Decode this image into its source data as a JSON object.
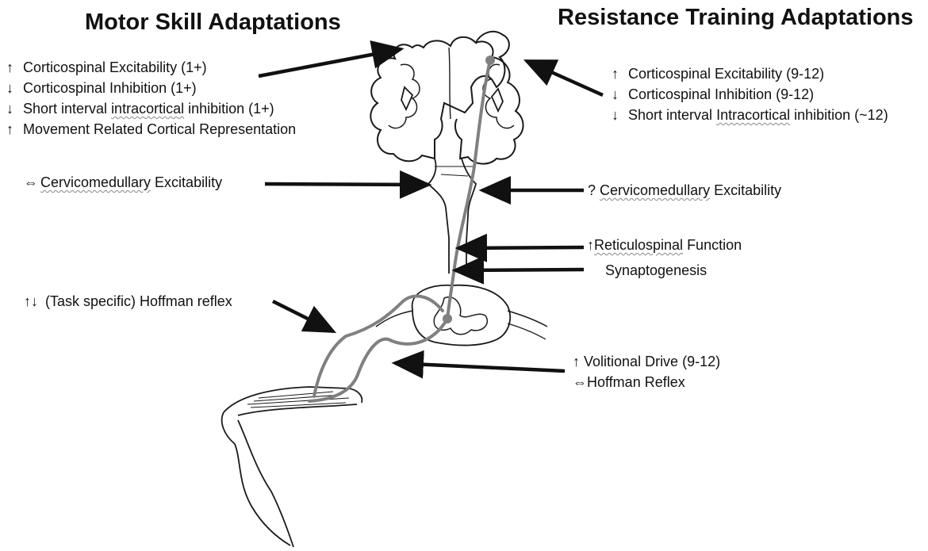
{
  "titles": {
    "left": "Motor Skill Adaptations",
    "right": "Resistance Training Adaptations"
  },
  "motor_skill": {
    "items": [
      {
        "symbol": "↑",
        "pre": "Corticospinal Excitability (1+)",
        "under": "",
        "post": ""
      },
      {
        "symbol": "↓",
        "pre": "Corticospinal Inhibition (1+)",
        "under": "",
        "post": ""
      },
      {
        "symbol": "↓",
        "pre": "Short interval ",
        "under": "intracortical",
        "post": " inhibition (1+)"
      },
      {
        "symbol": "↑",
        "pre": "Movement Related Cortical Representation",
        "under": "",
        "post": ""
      }
    ],
    "cervicomedullary": {
      "symbol": "⇔",
      "under": "Cervicomedullary",
      "post": " Excitability"
    },
    "hoffman": {
      "symbol": "↑↓",
      "text": "(Task specific) Hoffman reflex"
    }
  },
  "resistance_training": {
    "items": [
      {
        "symbol": "↑",
        "pre": "Corticospinal Excitability (9-12)",
        "under": "",
        "post": ""
      },
      {
        "symbol": "↓",
        "pre": "Corticospinal Inhibition (9-12)",
        "under": "",
        "post": ""
      },
      {
        "symbol": "↓",
        "pre": "Short interval ",
        "under": "Intracortical",
        "post": " inhibition (~12)"
      }
    ],
    "cervicomedullary": {
      "symbol": "?",
      "under": "Cervicomedullary",
      "post": " Excitability"
    },
    "reticulospinal": {
      "symbol": "↑",
      "under": "Reticulospinal",
      "post": " Function"
    },
    "synaptogenesis": "Synaptogenesis",
    "volitional": {
      "symbol": "↑",
      "text": "Volitional Drive (9-12)"
    },
    "hoffman": {
      "symbol": "⇔",
      "text": "Hoffman Reflex"
    }
  },
  "colors": {
    "arrow": "#111111",
    "pathway": "#808080",
    "outline": "#1a1a1a"
  }
}
